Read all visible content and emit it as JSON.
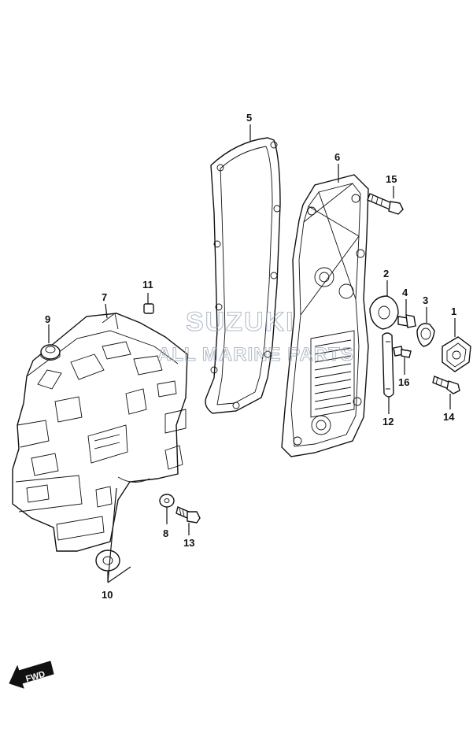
{
  "watermark": {
    "line1": "SUZUKI",
    "line2": "ALL MARINE PARTS"
  },
  "forward_label": "FWD",
  "callouts": [
    {
      "id": "part-1",
      "label": "1"
    },
    {
      "id": "part-2",
      "label": "2"
    },
    {
      "id": "part-3",
      "label": "3"
    },
    {
      "id": "part-4",
      "label": "4"
    },
    {
      "id": "part-5",
      "label": "5"
    },
    {
      "id": "part-6",
      "label": "6"
    },
    {
      "id": "part-7",
      "label": "7"
    },
    {
      "id": "part-8",
      "label": "8"
    },
    {
      "id": "part-9",
      "label": "9"
    },
    {
      "id": "part-10",
      "label": "10"
    },
    {
      "id": "part-11",
      "label": "11"
    },
    {
      "id": "part-12",
      "label": "12"
    },
    {
      "id": "part-13",
      "label": "13"
    },
    {
      "id": "part-14",
      "label": "14"
    },
    {
      "id": "part-15",
      "label": "15"
    },
    {
      "id": "part-16",
      "label": "16"
    }
  ]
}
